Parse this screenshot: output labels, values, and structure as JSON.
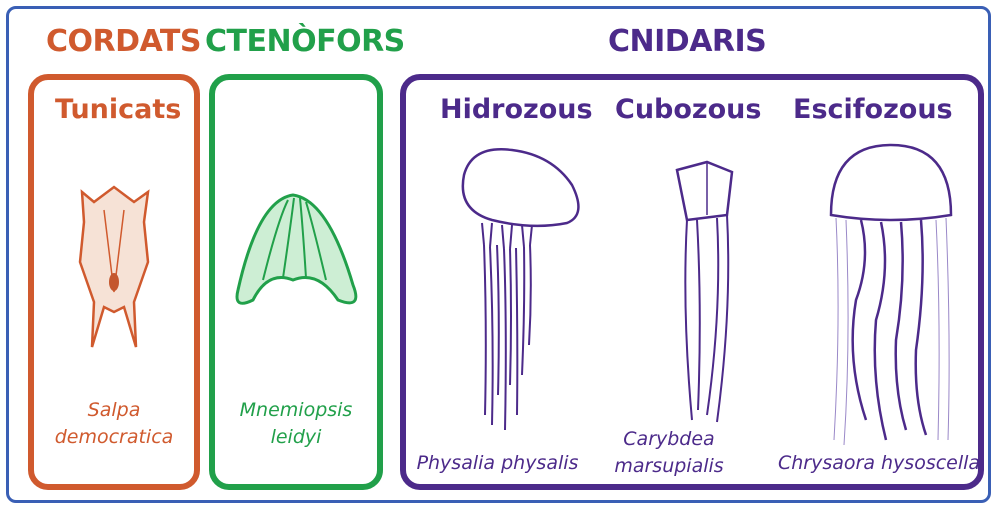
{
  "colors": {
    "frame": "#3a5fb5",
    "cordats": "#d05a2e",
    "ctenofors": "#21a04a",
    "cnidaris": "#4c2a8a"
  },
  "groups": {
    "cordats": {
      "title": "CORDATS",
      "subgroup": "Tunicats",
      "species_line1": "Salpa",
      "species_line2": "democratica"
    },
    "ctenofors": {
      "title": "CTENÒFORS",
      "species_line1": "Mnemiopsis",
      "species_line2": "leidyi"
    },
    "cnidaris": {
      "title": "CNIDARIS",
      "subgroups": [
        {
          "title": "Hidrozous",
          "species_line1": "Physalia physalis",
          "species_line2": ""
        },
        {
          "title": "Cubozous",
          "species_line1": "Carybdea",
          "species_line2": "marsupialis"
        },
        {
          "title": "Escifozous",
          "species_line1": "Chrysaora hysoscella",
          "species_line2": ""
        }
      ]
    }
  }
}
